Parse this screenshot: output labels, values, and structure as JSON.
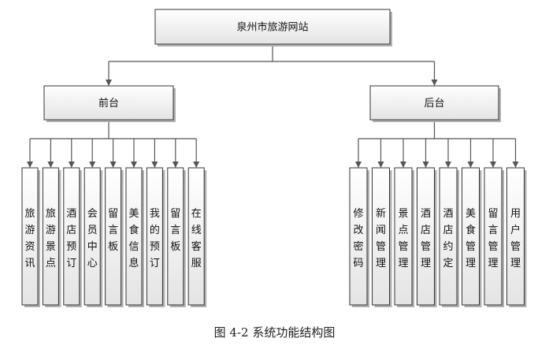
{
  "root": {
    "label": "泉州市旅游网站"
  },
  "groups": [
    {
      "label": "前台",
      "children": [
        "旅游资讯",
        "旅游景点",
        "酒店预订",
        "会员中心",
        "留言板",
        "美食信息",
        "我的预订",
        "留言板",
        "在线客服"
      ]
    },
    {
      "label": "后台",
      "children": [
        "修改密码",
        "新闻管理",
        "景点管理",
        "酒店管理",
        "酒店约定",
        "美食管理",
        "留言管理",
        "用户管理"
      ]
    }
  ],
  "caption": "图 4-2 系统功能结构图",
  "colors": {
    "box_top": "#ffffff",
    "box_bottom": "#e4e4e4",
    "line": "#555555",
    "shadow": "#b0b0b0"
  }
}
